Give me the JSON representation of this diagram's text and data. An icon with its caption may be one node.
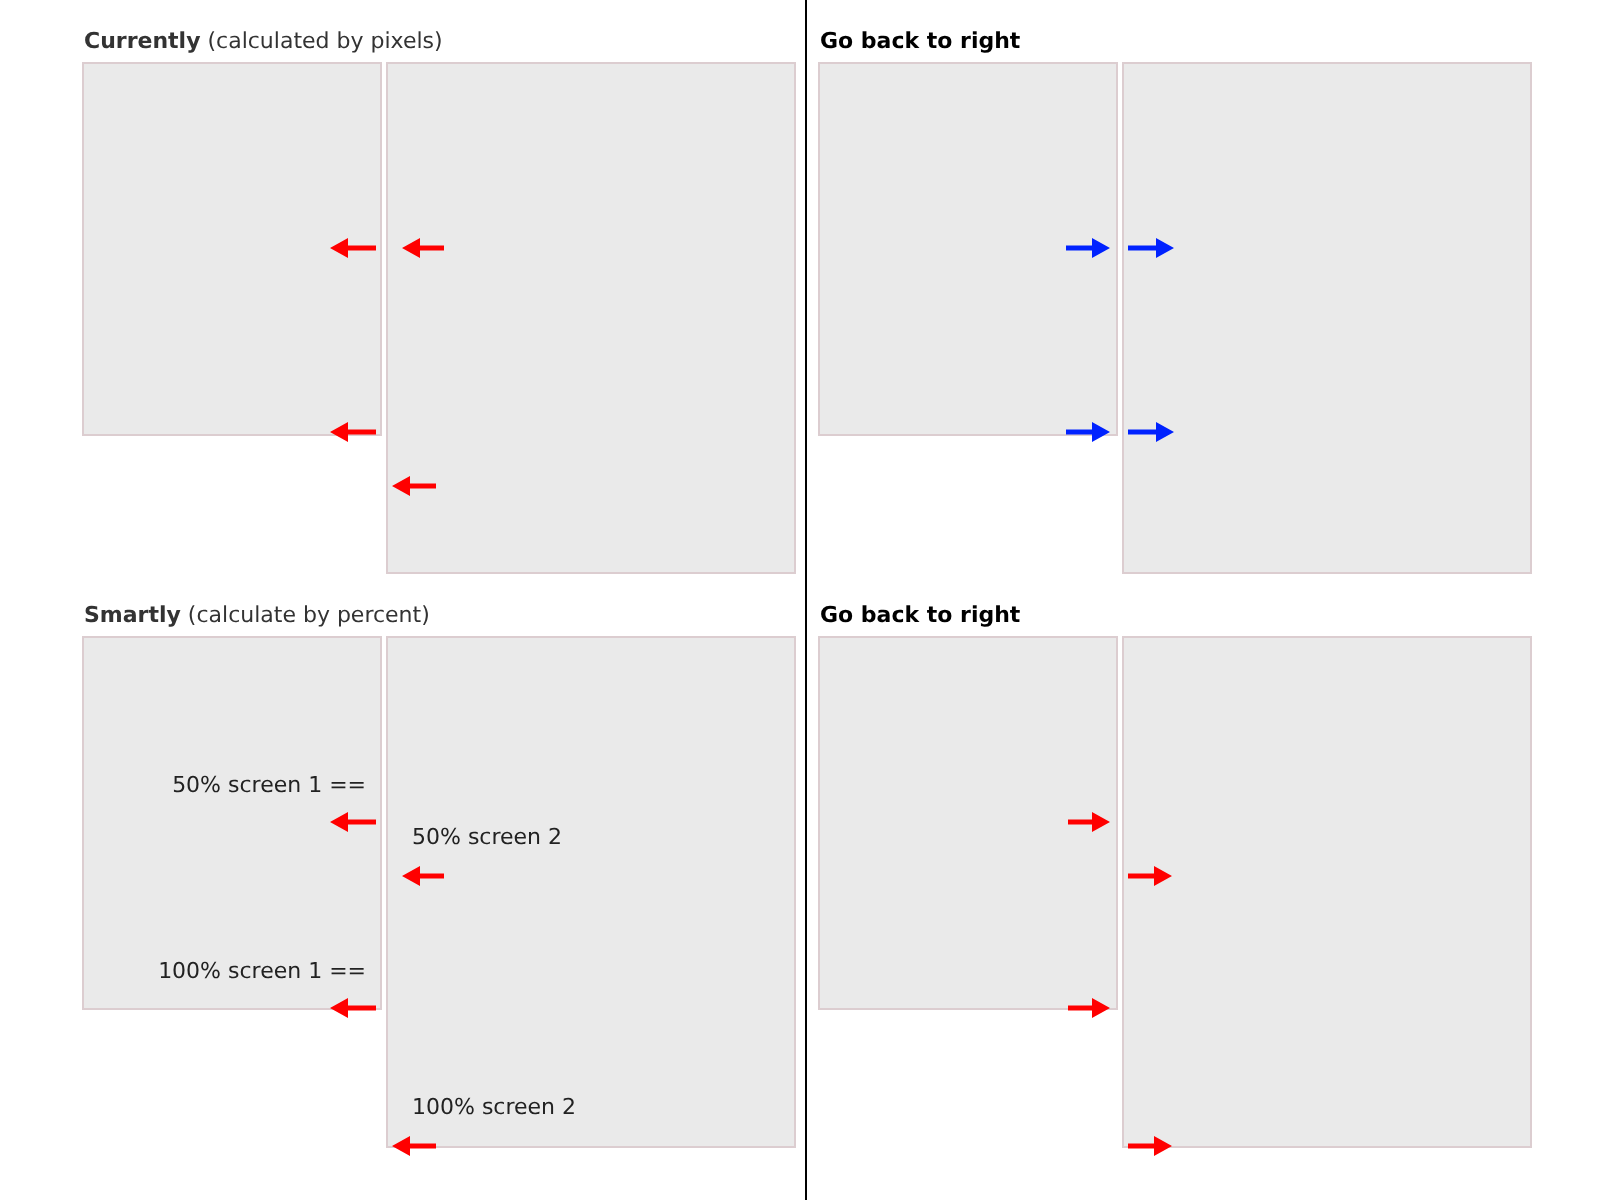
{
  "diagram": {
    "nodes": [
      {
        "text": [],
        "shape": "box"
      },
      {
        "text": [],
        "shape": "box"
      },
      {
        "text": [],
        "shape": "box"
      },
      {
        "text": [],
        "shape": "box"
      },
      {
        "text": [
          "50% screen 1 ==",
          "100% screen 1 =="
        ]
      },
      {
        "text": [
          "50% screen 2",
          "100% screen 2"
        ]
      },
      {
        "text": [],
        "shape": "box"
      },
      {
        "text": [],
        "shape": "box"
      }
    ],
    "labels": [
      "**Currently** (calculated by pixels)",
      "Go back to right",
      "**Smartly** (calculate by percent)",
      "Go back to right"
    ]
  }
}
